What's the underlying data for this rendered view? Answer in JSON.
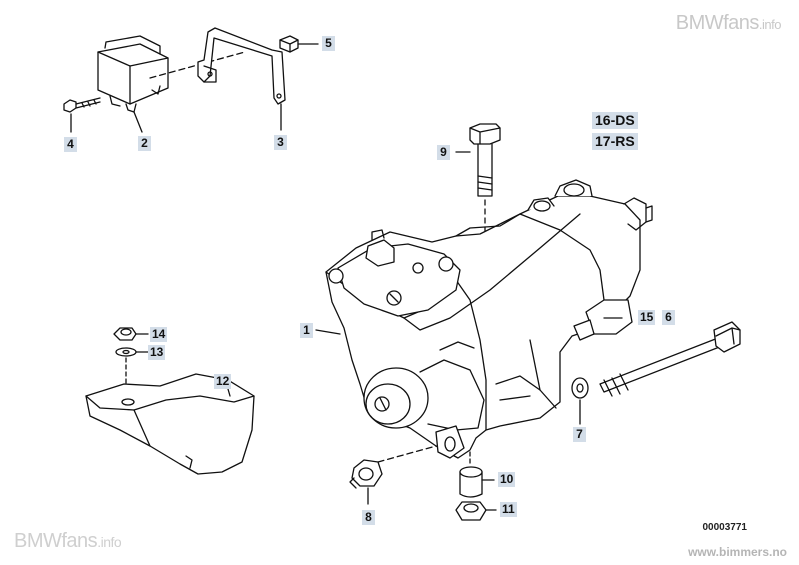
{
  "watermark_top": {
    "brand": "BMWfans",
    "suffix": ".info"
  },
  "watermark_bottom": {
    "brand": "BMWfans",
    "suffix": ".info"
  },
  "site": "www.bimmers.no",
  "diagram_code": "00003771",
  "variants": [
    "16-DS",
    "17-RS"
  ],
  "parts": {
    "p1": "1",
    "p2": "2",
    "p3": "3",
    "p4": "4",
    "p5": "5",
    "p6": "6",
    "p7": "7",
    "p8": "8",
    "p9": "9",
    "p10": "10",
    "p11": "11",
    "p12": "12",
    "p13": "13",
    "p14": "14",
    "p15": "15"
  }
}
